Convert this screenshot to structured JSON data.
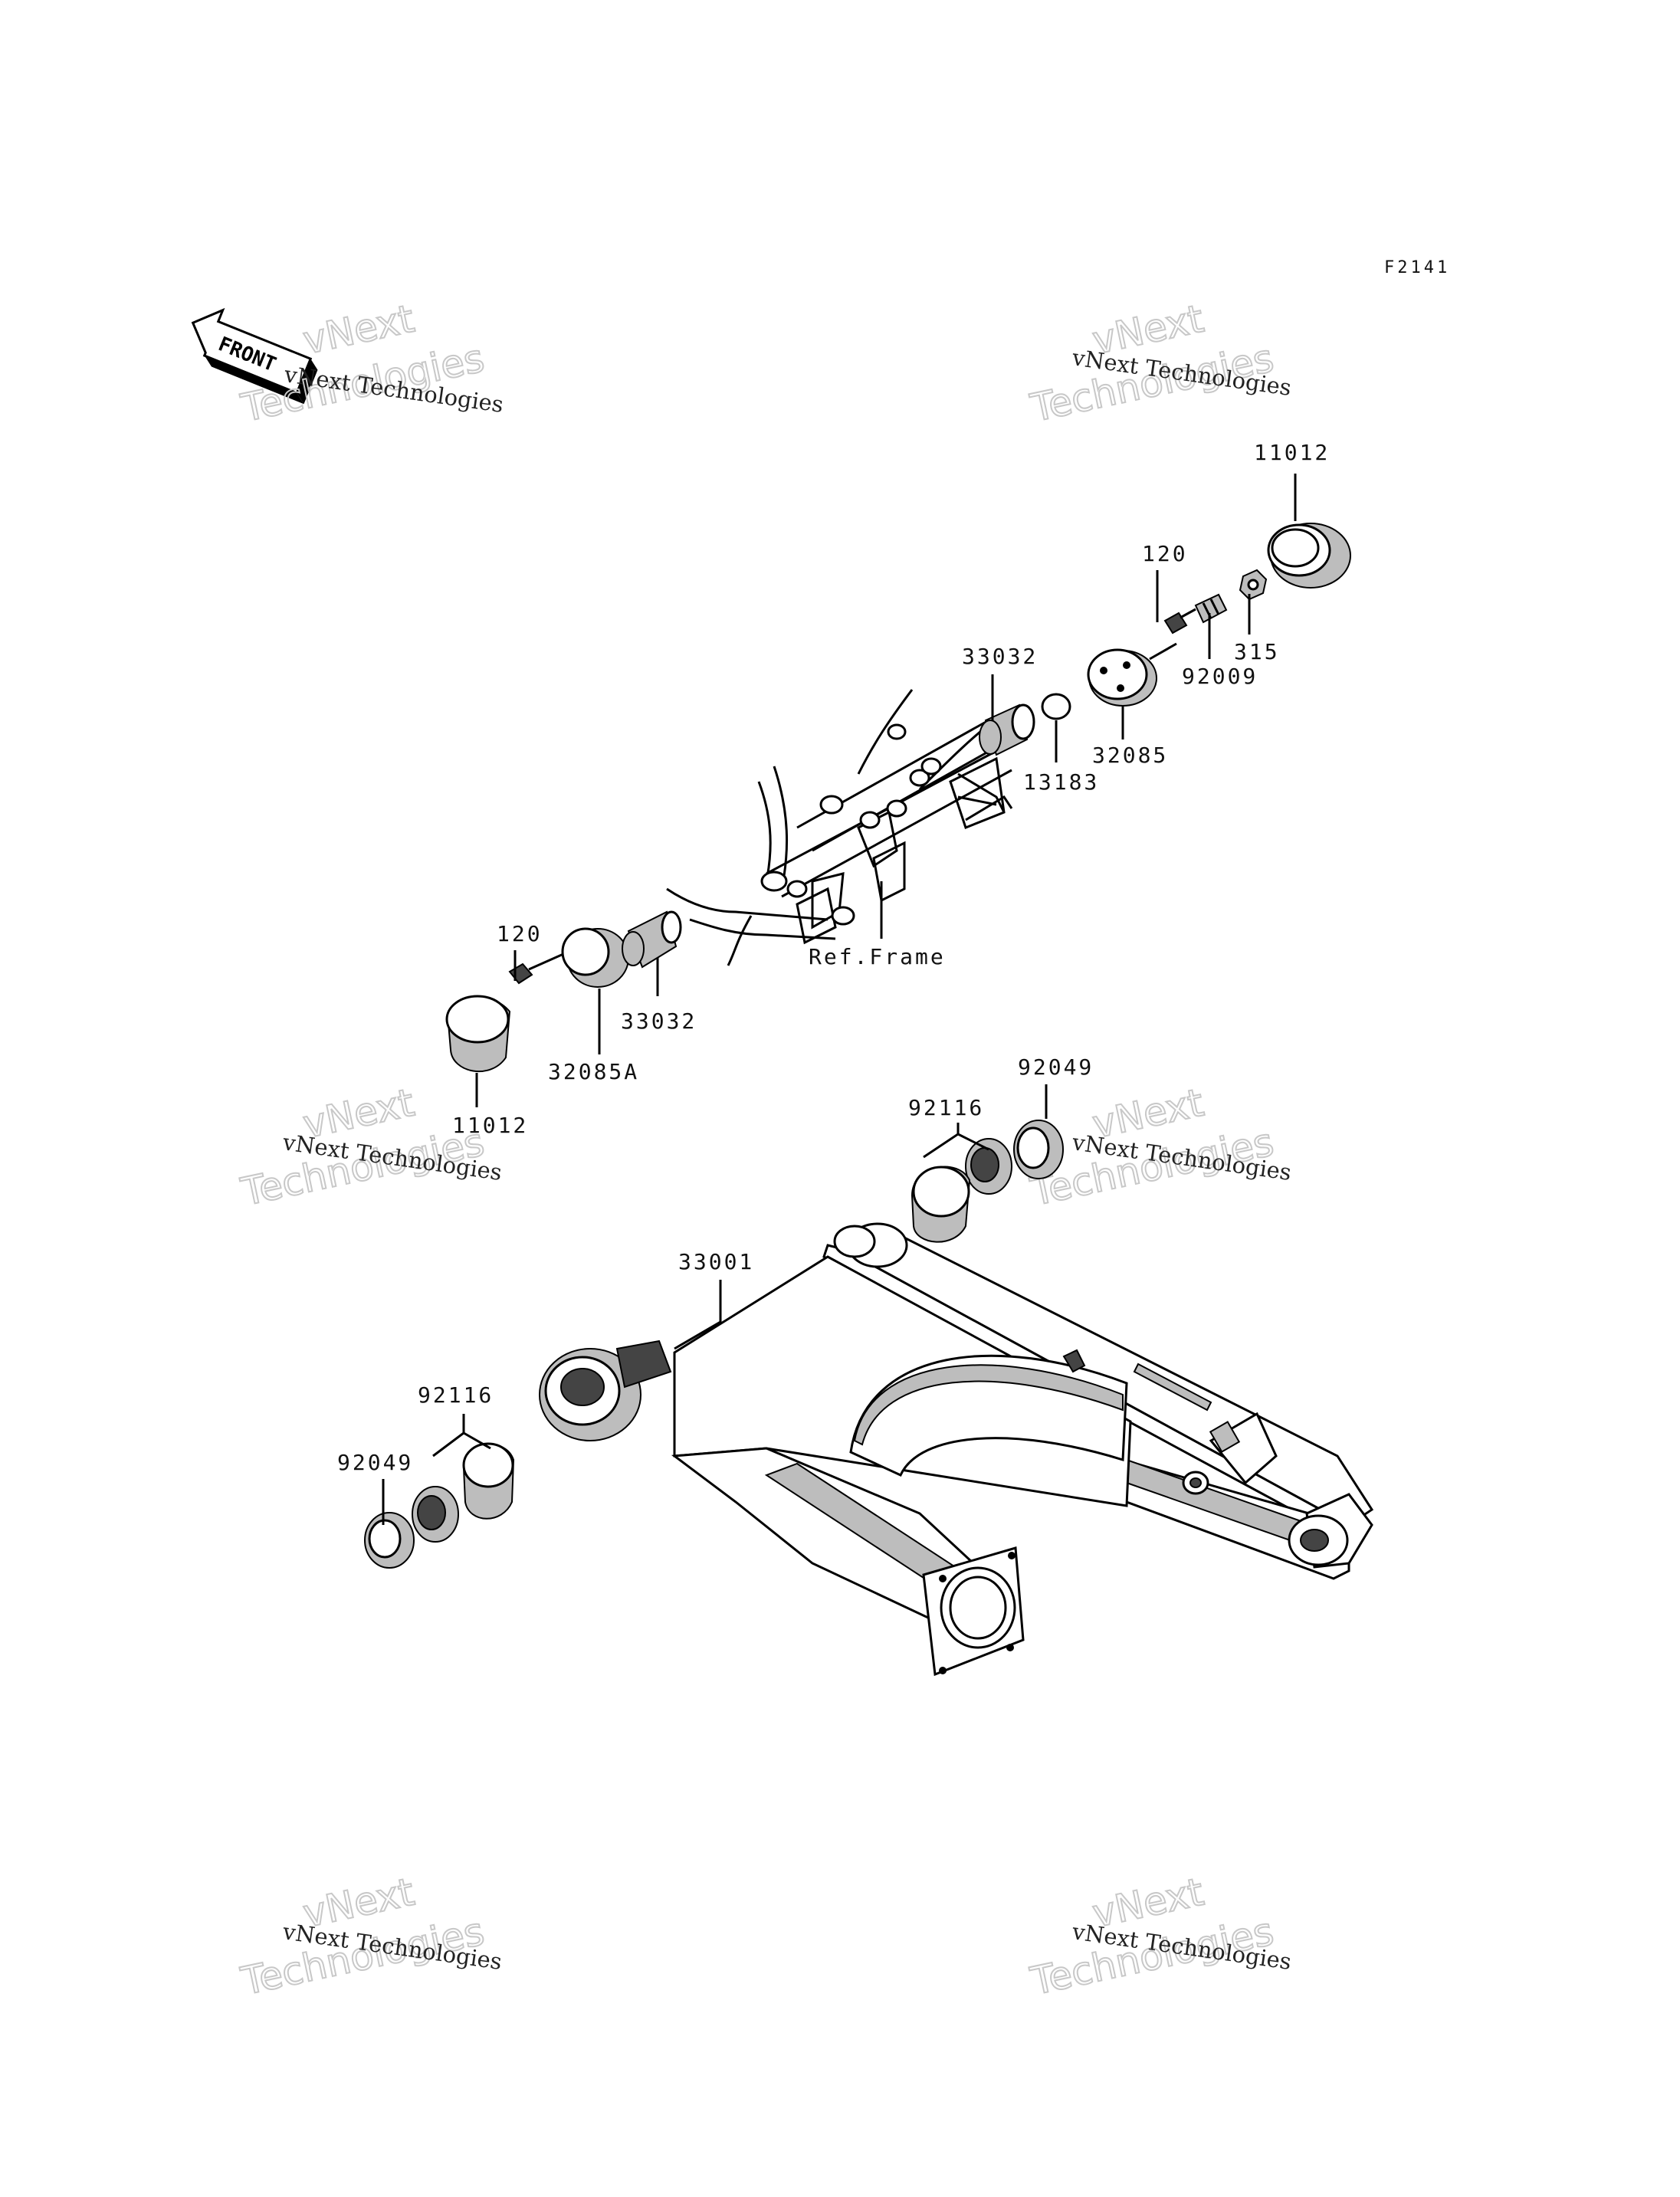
{
  "figure_code": "F2141",
  "front_label": "FRONT",
  "watermark": {
    "line1": "vNext",
    "line2": "Technologies",
    "small": "vNext Technologies"
  },
  "callouts": {
    "c11012_top": "11012",
    "c120_top": "120",
    "c33032_top": "33032",
    "c315": "315",
    "c92009": "92009",
    "c32085": "32085",
    "c13183": "13183",
    "ref_frame": "Ref.Frame",
    "c120_left": "120",
    "c33032_left": "33032",
    "c32085A": "32085A",
    "c11012_left": "11012",
    "c92049_right": "92049",
    "c92116_right": "92116",
    "c33001": "33001",
    "c92116_left": "92116",
    "c92049_left": "92049"
  }
}
